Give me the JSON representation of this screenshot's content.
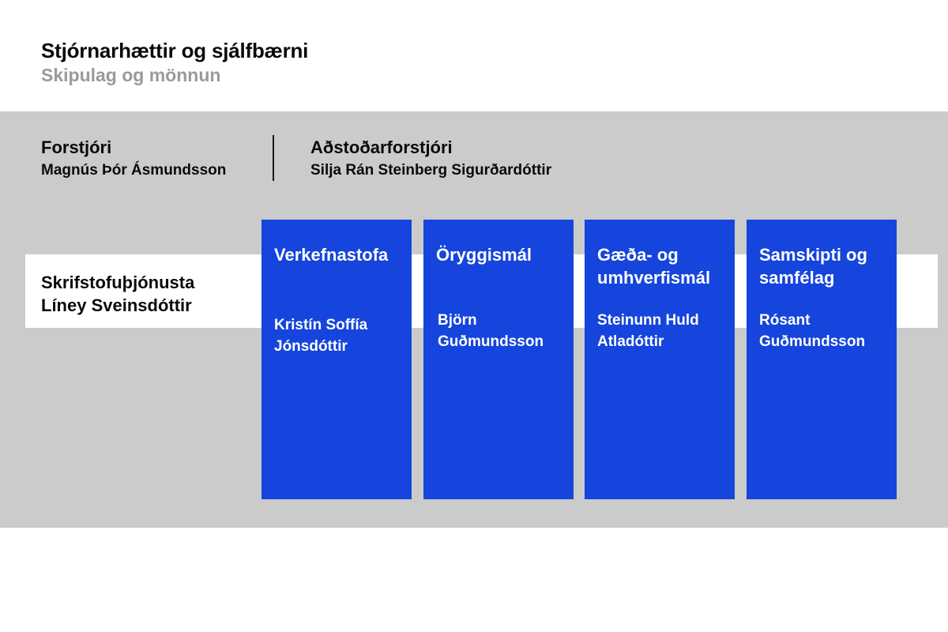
{
  "header": {
    "title": "Stjórnarhættir og sjálfbærni",
    "subtitle": "Skipulag og mönnun"
  },
  "leadership": [
    {
      "role": "Forstjóri",
      "name": "Magnús Þór Ásmundsson"
    },
    {
      "role": "Aðstoðarforstjóri",
      "name": "Silja Rán Steinberg Sigurðardóttir"
    }
  ],
  "office": {
    "name": "Skrifstofuþjónusta",
    "head": "Líney Sveinsdóttir"
  },
  "departments": [
    {
      "name": "Verkefnastofa",
      "head": "Kristín Soffía Jónsdóttir"
    },
    {
      "name": "Öryggismál",
      "head": "Björn Guðmundsson"
    },
    {
      "name": "Gæða- og umhverfismál",
      "head": "Steinunn Huld Atladóttir"
    },
    {
      "name": "Samskipti og samfélag",
      "head": "Rósant Guðmundsson"
    }
  ],
  "colors": {
    "department_box": "#1545dc",
    "band_background": "#cbcbcb",
    "subtitle": "#9a9a9a"
  }
}
